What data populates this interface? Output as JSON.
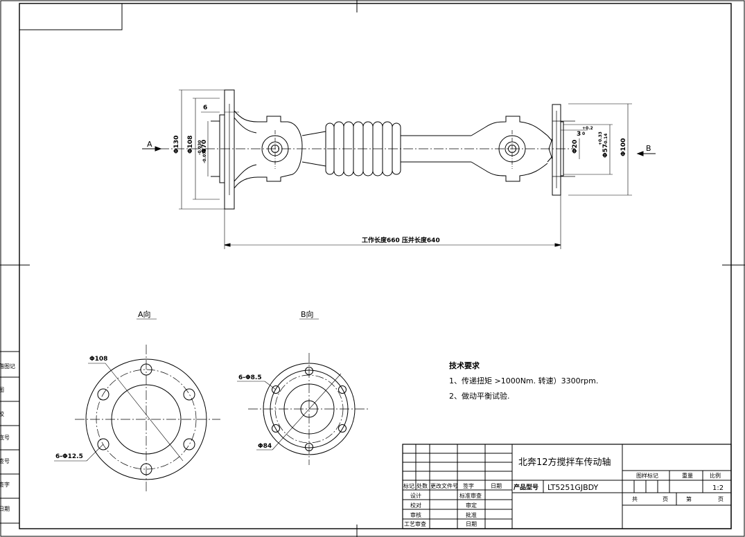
{
  "drawing": {
    "view_a_label": "A",
    "view_b_label": "B",
    "dims": {
      "d130": "Φ130",
      "d108": "Φ108",
      "d70": "Φ70",
      "d70_tol_upper": "-0.030",
      "d70_tol_lower": "-0.076",
      "w6": "6",
      "d100": "Φ100",
      "d57": "Φ57",
      "d57_tol_upper": "+0.33",
      "d57_tol_lower": "-0.14",
      "d20": "Φ20",
      "t3": "3",
      "t3_tol_upper": "+0.2",
      "t3_tol_lower": "0",
      "length": "工作长度660  压并长度640"
    },
    "section_a": {
      "title": "A向",
      "pcd": "Φ108",
      "holes": "6-Φ12.5"
    },
    "section_b": {
      "title": "B向",
      "holes": "6-Φ8.5",
      "pcd": "Φ84"
    },
    "tech_req": {
      "title": "技术要求",
      "line1": "1、传递扭矩 >1000Nm. 转速）3300rpm.",
      "line2": "2、做动平衡试验."
    },
    "left_strip": [
      "借图记",
      "图",
      "校",
      "底号",
      "签号",
      "签字",
      "日期"
    ]
  },
  "title_block": {
    "product_name": "北奔12方搅拌车传动轴",
    "model_label": "产品型号",
    "model": "LT5251GJBDY",
    "header_row": [
      "标记",
      "处数",
      "更改文件号",
      "签字",
      "日期"
    ],
    "role_left": [
      "设计",
      "校对",
      "审核",
      "工艺审查"
    ],
    "role_right": [
      "标准审查",
      "审定",
      "批准",
      "日期"
    ],
    "sample_mark": "图样标记",
    "weight": "重量",
    "scale_label": "比例",
    "scale": "1:2",
    "total": "共",
    "page": "页",
    "sheet": "第",
    "page2": "页"
  }
}
